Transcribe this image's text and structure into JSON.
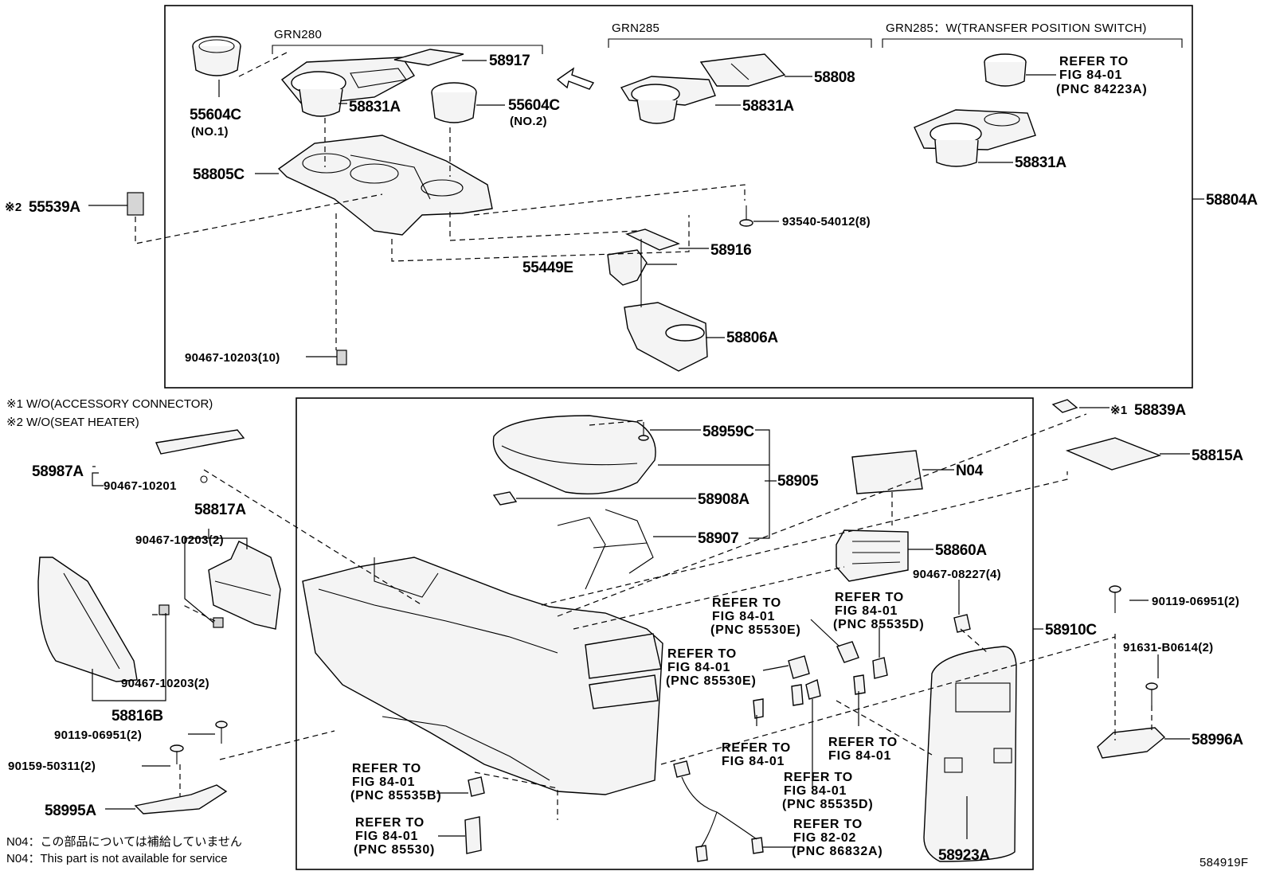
{
  "diagram_code": "584919F",
  "groups": {
    "grn280": "GRN280",
    "grn285": "GRN285",
    "grn285_w": "GRN285：W(TRANSFER POSITION SWITCH)"
  },
  "notes": {
    "n1": "※1 W/O(ACCESSORY CONNECTOR)",
    "n2": "※2 W/O(SEAT HEATER)",
    "n04_jp": "N04：この部品については補給していません",
    "n04_en": "N04：This part is not available for service"
  },
  "parts": {
    "p58917": "58917",
    "p55604c_1": "55604C",
    "p55604c_1_sub": "(NO.1)",
    "p58831a_1": "58831A",
    "p55604c_2": "55604C",
    "p55604c_2_sub": "(NO.2)",
    "p58808": "58808",
    "p58831a_2": "58831A",
    "p58831a_3": "58831A",
    "p58805c": "58805C",
    "p55539a_mark": "※2",
    "p55539a": "55539A",
    "p93540": "93540-54012(8)",
    "p58804a": "58804A",
    "p58916": "58916",
    "p55449e": "55449E",
    "p58806a": "58806A",
    "p90467_10203_10": "90467-10203(10)",
    "p58839a_mark": "※1",
    "p58839a": "58839A",
    "p58815a": "58815A",
    "p58959c": "58959C",
    "p58905": "58905",
    "p58908a": "58908A",
    "p58907": "58907",
    "pN04": "N04",
    "p58860a": "58860A",
    "p90467_08227": "90467-08227(4)",
    "p58910c": "58910C",
    "p90119_06951_r": "90119-06951(2)",
    "p91631": "91631-B0614(2)",
    "p58996a": "58996A",
    "p58923a": "58923A",
    "p58987a": "58987A",
    "p90467_10201": "90467-10201",
    "p58817a": "58817A",
    "p90467_10203_2a": "90467-10203(2)",
    "p90467_10203_2b": "90467-10203(2)",
    "p58816b": "58816B",
    "p90119_06951_l": "90119-06951(2)",
    "p90159": "90159-50311(2)",
    "p58995a": "58995A"
  },
  "refs": {
    "r_84223a": [
      "REFER TO",
      "FIG 84-01",
      "(PNC 84223A)"
    ],
    "r_85530e_a": [
      "REFER TO",
      "FIG 84-01",
      "(PNC 85530E)"
    ],
    "r_85535d_a": [
      "REFER TO",
      "FIG 84-01",
      "(PNC 85535D)"
    ],
    "r_85530e_b": [
      "REFER TO",
      "FIG 84-01",
      "(PNC 85530E)"
    ],
    "r_fig_a": [
      "REFER TO",
      "FIG 84-01"
    ],
    "r_fig_b": [
      "REFER TO",
      "FIG 84-01"
    ],
    "r_85535d_b": [
      "REFER TO",
      "FIG 84-01",
      "(PNC 85535D)"
    ],
    "r_85535b": [
      "REFER TO",
      "FIG 84-01",
      "(PNC 85535B)"
    ],
    "r_85530": [
      "REFER TO",
      "FIG 84-01",
      "(PNC 85530)"
    ],
    "r_86832a": [
      "REFER TO",
      "FIG 82-02",
      "(PNC 86832A)"
    ]
  }
}
